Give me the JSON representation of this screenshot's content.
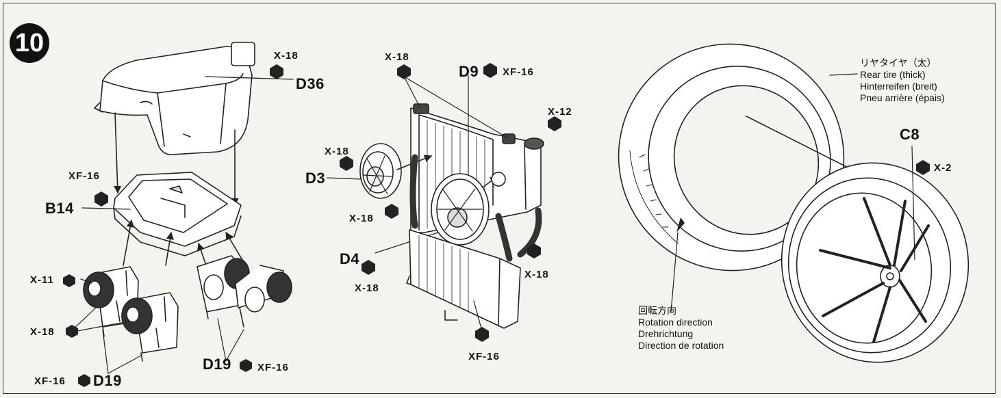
{
  "step": {
    "number": "10"
  },
  "labels": {
    "d36": "D36",
    "b14": "B14",
    "d3": "D3",
    "d4": "D4",
    "d9": "D9",
    "d19_left": "D19",
    "d19_right": "D19",
    "c8": "C8"
  },
  "paints": {
    "x18_cover": "X-18",
    "xf16_b14": "XF-16",
    "x11": "X-11",
    "x18_carb": "X-18",
    "xf16_d19_left": "XF-16",
    "xf16_d19_right": "XF-16",
    "x18_top_rad": "X-18",
    "xf16_d9": "XF-16",
    "x12": "X-12",
    "x18_d3": "X-18",
    "x18_fan": "X-18",
    "x18_d4": "X-18",
    "x18_hose": "X-18",
    "xf16_rad_bottom": "XF-16",
    "x2": "X-2"
  },
  "rear_tire": {
    "jp": "リヤタイヤ（太）",
    "en": "Rear tire (thick)",
    "de": "Hinterreifen (breit)",
    "fr": "Pneu arrière (épais)"
  },
  "rotation": {
    "jp": "回転方向",
    "en": "Rotation direction",
    "de": "Drehrichtung",
    "fr": "Direction de rotation"
  }
}
